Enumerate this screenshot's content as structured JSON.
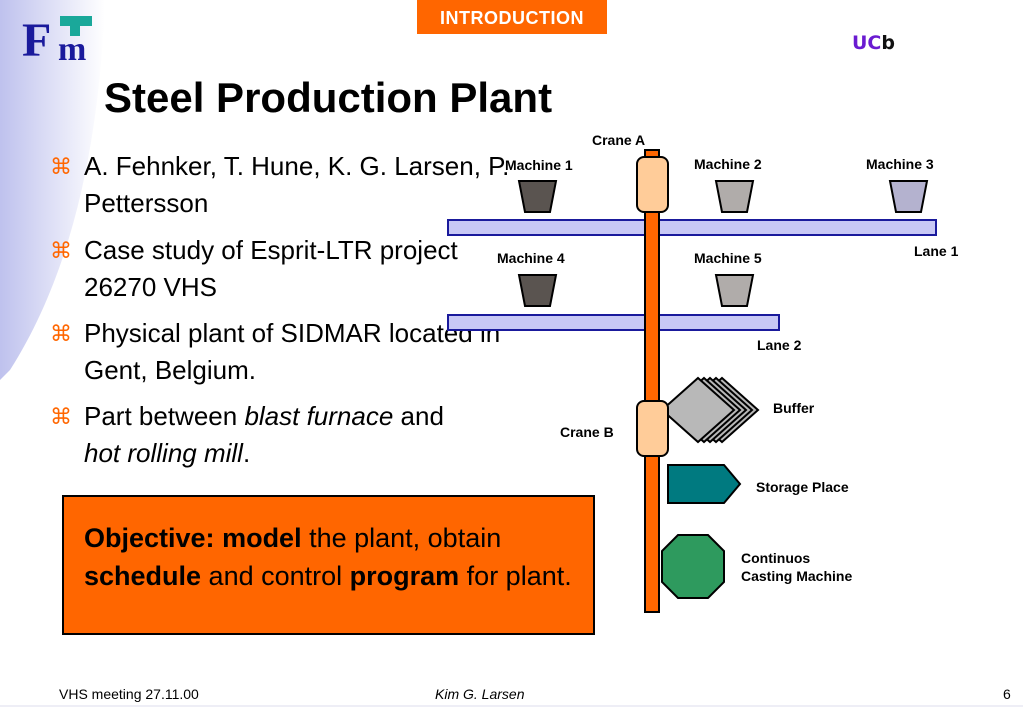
{
  "header": {
    "section_tab": "INTRODUCTION",
    "institution_left": "UC",
    "institution_right": "b",
    "logo_letters": "Fm"
  },
  "title": "Steel Production Plant",
  "bullets": [
    {
      "text": "A. Fehnker, T. Hune, K. G. Larsen, P. Pettersson"
    },
    {
      "text": "Case study of Esprit-LTR project 26270 VHS"
    },
    {
      "text": "Physical plant of SIDMAR located in Gent, Belgium."
    },
    {
      "text_pre": "Part between ",
      "em1": "blast furnace",
      "text_mid": " and",
      "em2": "hot rolling mill",
      "text_post": "."
    }
  ],
  "objective": {
    "label": "Objective:",
    "word1": "model",
    "text1": " the plant, obtain",
    "word2": "schedule",
    "text2": " and control ",
    "word3": "program",
    "text3": " for plant."
  },
  "diagram": {
    "crane_a": "Crane A",
    "crane_b": "Crane B",
    "machine_1": "Machine 1",
    "machine_2": "Machine 2",
    "machine_3": "Machine 3",
    "machine_4": "Machine 4",
    "machine_5": "Machine 5",
    "lane_1": "Lane 1",
    "lane_2": "Lane 2",
    "buffer": "Buffer",
    "storage": "Storage Place",
    "casting_line1": "Continuos",
    "casting_line2": "Casting Machine"
  },
  "footer": {
    "left": "VHS meeting 27.11.00",
    "center": "Kim G. Larsen",
    "page": "6"
  },
  "colors": {
    "accent": "#ff6600",
    "lane": "#c8c8f5",
    "crane_head": "#ffcc99",
    "storage": "#007a80",
    "casting": "#2e9a5e"
  }
}
